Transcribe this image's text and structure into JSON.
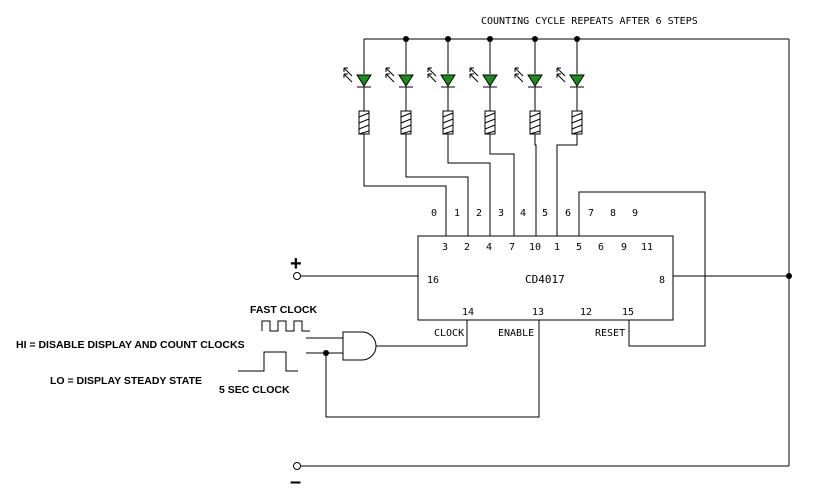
{
  "title": "COUNTING CYCLE REPEATS AFTER 6 STEPS",
  "chip": {
    "name": "CD4017",
    "top_pins": [
      "3",
      "2",
      "4",
      "7",
      "10",
      "1",
      "5",
      "6",
      "9",
      "11"
    ],
    "outputs": [
      "0",
      "1",
      "2",
      "3",
      "4",
      "5",
      "6",
      "7",
      "8",
      "9"
    ],
    "left_pin": "16",
    "right_pin": "8",
    "bottom_pins": [
      "14",
      "13",
      "12",
      "15"
    ],
    "clock_label": "CLOCK",
    "enable_label": "ENABLE",
    "reset_label": "RESET"
  },
  "labels": {
    "fast_clock": "FAST CLOCK",
    "hi_note": "HI = DISABLE DISPLAY AND COUNT CLOCKS",
    "lo_note": "LO = DISPLAY STEADY STATE",
    "slow_clock": "5 SEC CLOCK",
    "plus": "+",
    "minus": "–"
  },
  "colors": {
    "led": "#1c8c1c",
    "wire": "#000000",
    "background": "#ffffff"
  }
}
